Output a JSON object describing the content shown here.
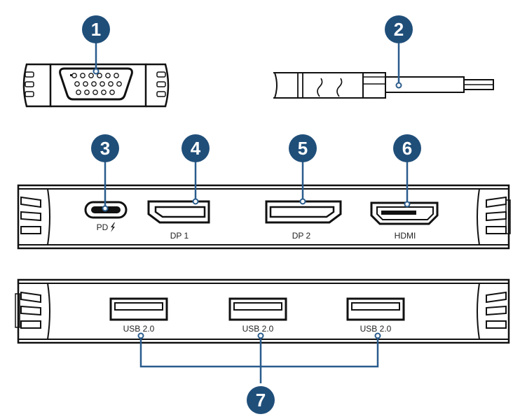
{
  "callouts": [
    "1",
    "2",
    "3",
    "4",
    "5",
    "6",
    "7"
  ],
  "ports": {
    "pd_label": "PD",
    "dp1_label": "DP 1",
    "dp2_label": "DP 2",
    "hdmi_label": "HDMI",
    "usb_labels": [
      "USB 2.0",
      "USB 2.0",
      "USB 2.0"
    ]
  },
  "colors": {
    "callout_badge": "#1f4e79",
    "callout_line": "#2a5c8d",
    "outline": "#111111"
  },
  "icons": {
    "pd": "lightning-bolt-icon"
  }
}
